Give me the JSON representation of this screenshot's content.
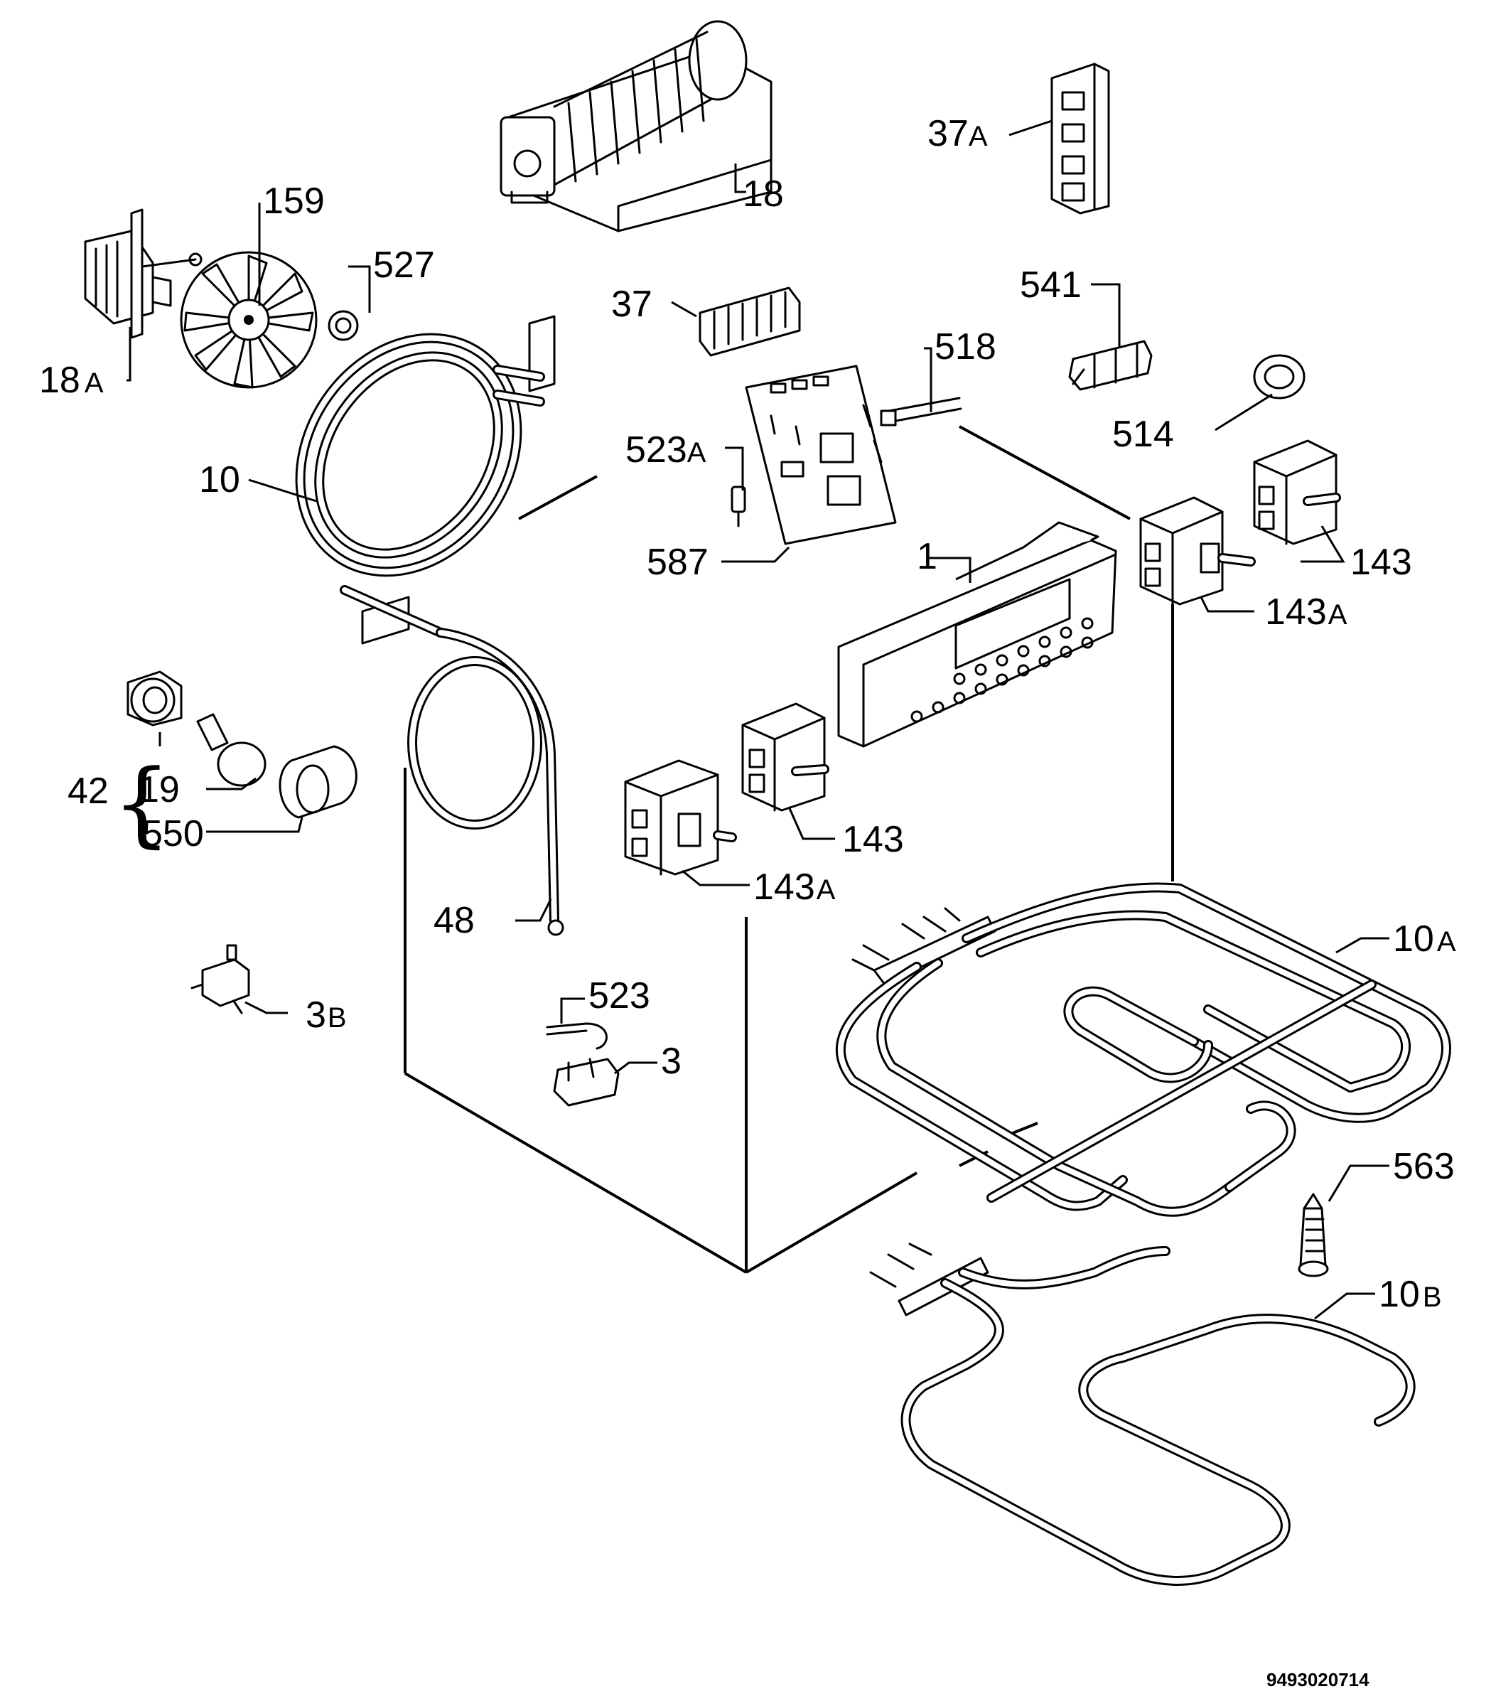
{
  "labels": {
    "l18": "18",
    "l18a": "18",
    "l18a_suffix": "A",
    "l159": "159",
    "l527": "527",
    "l37": "37",
    "l37a": "37",
    "l37a_suffix": "A",
    "l541": "541",
    "l518": "518",
    "l514": "514",
    "l523a": "523",
    "l523a_suffix": "A",
    "l10": "10",
    "l587": "587",
    "l1": "1",
    "l143_top": "143",
    "l143a_top": "143",
    "l143a_top_suffix": "A",
    "l42": "42",
    "l19": "19",
    "l550": "550",
    "l143_mid": "143",
    "l143a_mid": "143",
    "l143a_mid_suffix": "A",
    "l48": "48",
    "l10a": "10",
    "l10a_suffix": "A",
    "l3b": "3",
    "l3b_suffix": "B",
    "l523": "523",
    "l3": "3",
    "l563": "563",
    "l10b": "10",
    "l10b_suffix": "B"
  },
  "drawing_code": "9493020714"
}
